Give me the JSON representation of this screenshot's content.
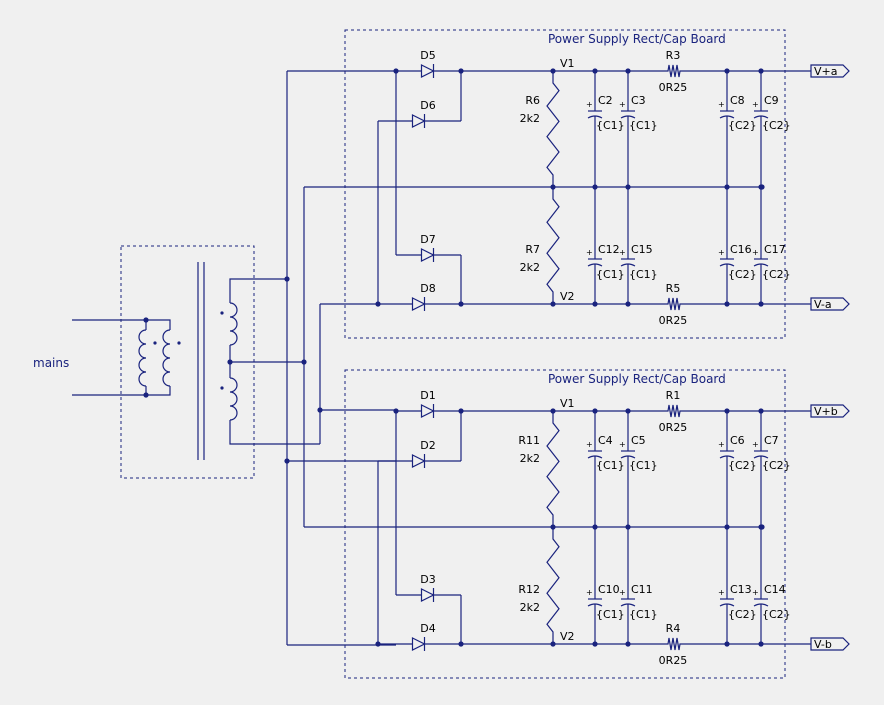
{
  "colors": {
    "background": "#f0f0f0",
    "ink": "#1a237e",
    "text": "#000000"
  },
  "mains_label": "mains",
  "boards": [
    {
      "title": "Power Supply Rect/Cap Board",
      "diodes": [
        "D5",
        "D6",
        "D7",
        "D8"
      ],
      "node_top": "V1",
      "node_bottom": "V2",
      "bleeders": [
        {
          "name": "R6",
          "value": "2k2"
        },
        {
          "name": "R7",
          "value": "2k2"
        }
      ],
      "series_top": {
        "name": "R3",
        "value": "0R25"
      },
      "series_bottom": {
        "name": "R5",
        "value": "0R25"
      },
      "caps_top": [
        {
          "name": "C2",
          "value": "{C1}"
        },
        {
          "name": "C3",
          "value": "{C1}"
        },
        {
          "name": "C8",
          "value": "{C2}"
        },
        {
          "name": "C9",
          "value": "{C2}"
        }
      ],
      "caps_bottom": [
        {
          "name": "C12",
          "value": "{C1}"
        },
        {
          "name": "C15",
          "value": "{C1}"
        },
        {
          "name": "C16",
          "value": "{C2}"
        },
        {
          "name": "C17",
          "value": "{C2}"
        }
      ],
      "port_pos": "V+a",
      "port_neg": "V-a"
    },
    {
      "title": "Power Supply Rect/Cap Board",
      "diodes": [
        "D1",
        "D2",
        "D3",
        "D4"
      ],
      "node_top": "V1",
      "node_bottom": "V2",
      "bleeders": [
        {
          "name": "R11",
          "value": "2k2"
        },
        {
          "name": "R12",
          "value": "2k2"
        }
      ],
      "series_top": {
        "name": "R1",
        "value": "0R25"
      },
      "series_bottom": {
        "name": "R4",
        "value": "0R25"
      },
      "caps_top": [
        {
          "name": "C4",
          "value": "{C1}"
        },
        {
          "name": "C5",
          "value": "{C1}"
        },
        {
          "name": "C6",
          "value": "{C2}"
        },
        {
          "name": "C7",
          "value": "{C2}"
        }
      ],
      "caps_bottom": [
        {
          "name": "C10",
          "value": "{C1}"
        },
        {
          "name": "C11",
          "value": "{C1}"
        },
        {
          "name": "C13",
          "value": "{C2}"
        },
        {
          "name": "C14",
          "value": "{C2}"
        }
      ],
      "port_pos": "V+b",
      "port_neg": "V-b"
    }
  ]
}
